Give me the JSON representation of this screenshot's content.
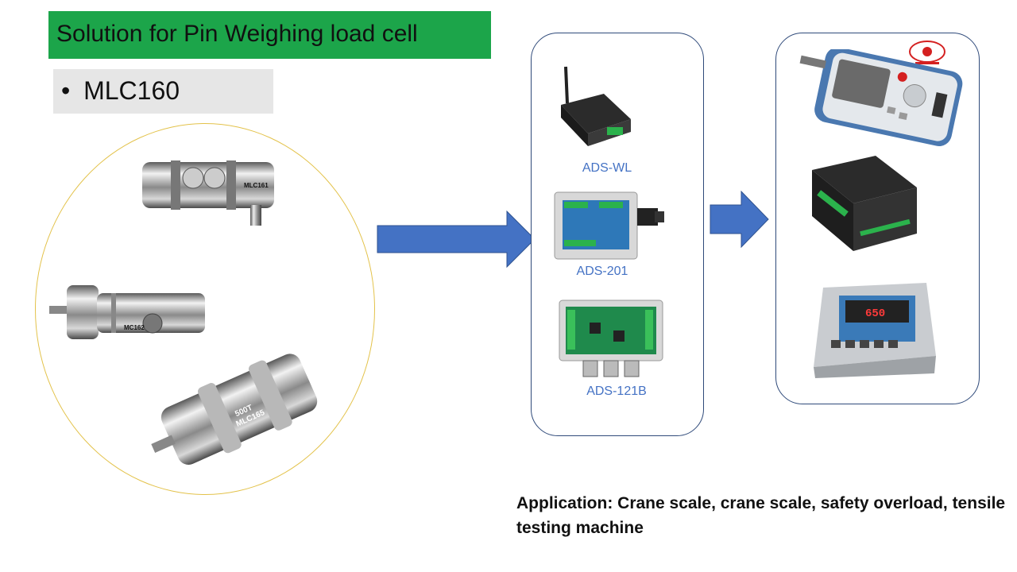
{
  "slide": {
    "title": "Solution for Pin Weighing load cell",
    "bullet": "MLC160",
    "bullet_marker": "•",
    "load_cells": [
      {
        "marking": "MLC161"
      },
      {
        "marking": "MC162"
      },
      {
        "marking_line1": "500T",
        "marking_line2": "MLC165"
      }
    ],
    "modules": [
      {
        "label": "ADS-WL"
      },
      {
        "label": "ADS-201"
      },
      {
        "label": "ADS-121B"
      }
    ],
    "indicator_reading": "650",
    "application": "Application: Crane scale, crane scale, safety overload, tensile testing machine"
  },
  "colors": {
    "title_bg": "#1ca54a",
    "bullet_bg": "#e6e6e6",
    "arrow": "#4472c4",
    "label_text": "#4472c4",
    "ellipse_border": "#e3c24a",
    "panel_border": "#2f4a7a"
  },
  "icons": [
    "arrow-right-icon",
    "pin-load-cell-icon",
    "wireless-transmitter-icon",
    "junction-box-icon",
    "handheld-indicator-icon",
    "plc-controller-icon",
    "weighing-indicator-icon",
    "brand-logo-icon"
  ]
}
